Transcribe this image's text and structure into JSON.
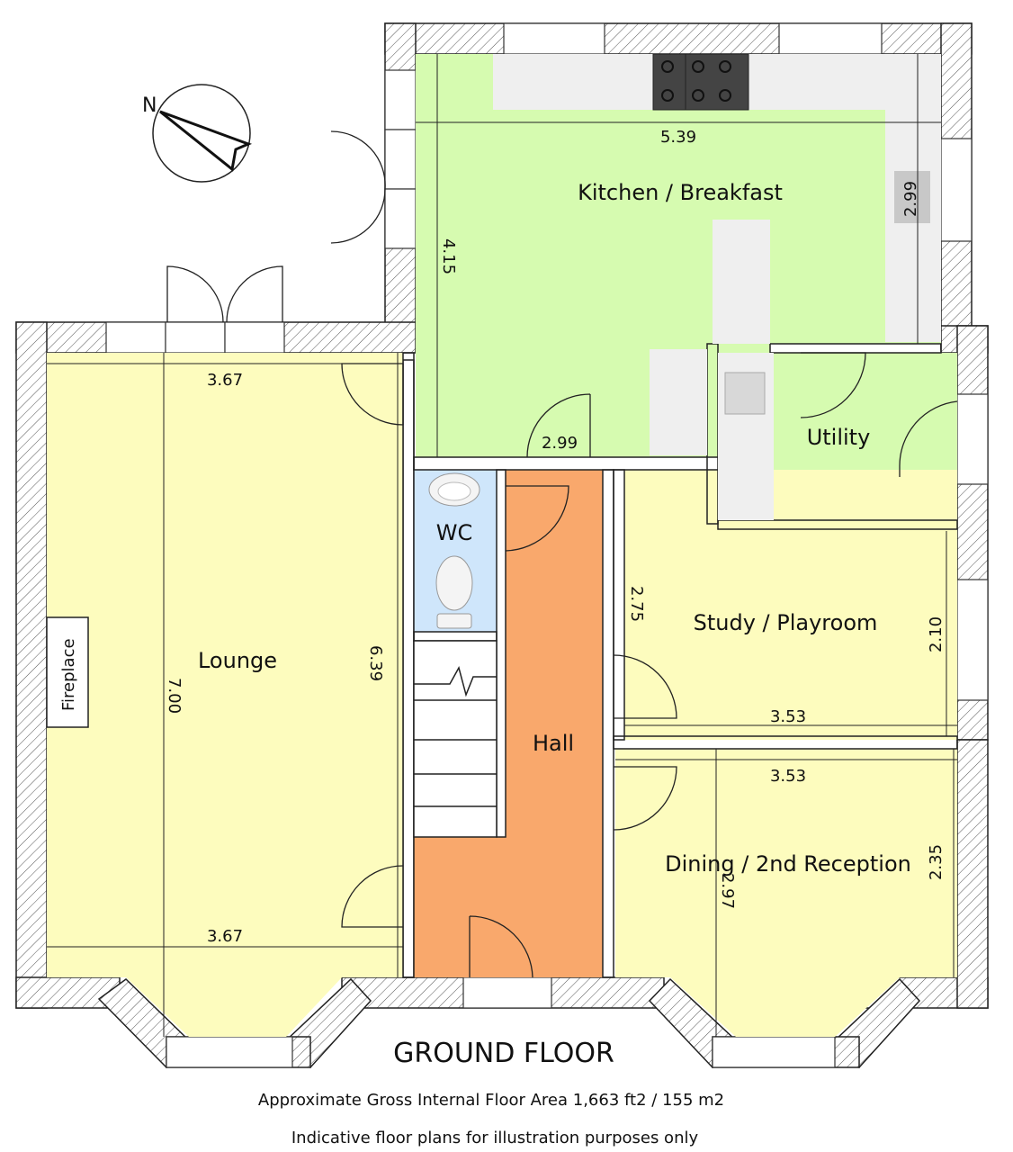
{
  "rooms": {
    "kitchen": "Kitchen / Breakfast",
    "utility": "Utility",
    "wc": "WC",
    "hall": "Hall",
    "lounge": "Lounge",
    "study": "Study / Playroom",
    "dining": "Dining / 2nd Reception",
    "fireplace": "Fireplace"
  },
  "dimensions": {
    "kitchen_width": "5.39",
    "kitchen_height": "4.15",
    "kitchen_right": "2.99",
    "kitchen_bottom": "2.99",
    "lounge_top": "3.67",
    "lounge_bottom": "3.67",
    "lounge_height": "7.00",
    "lounge_right": "6.39",
    "study_left": "2.75",
    "study_right": "2.10",
    "study_bottom": "3.53",
    "dining_top": "3.53",
    "dining_mid": "2.97",
    "dining_right": "2.35"
  },
  "floor_title": "GROUND FLOOR",
  "area_text": "Approximate Gross Internal Floor Area 1,663 ft2 / 155 m2",
  "disclaimer": "Indicative floor plans for illustration purposes only",
  "colors": {
    "kitchen": "#d6fbb0",
    "lounge": "#fdfcbe",
    "hall": "#f9a86c",
    "wc": "#cfe6fb",
    "counter": "#efefef"
  }
}
